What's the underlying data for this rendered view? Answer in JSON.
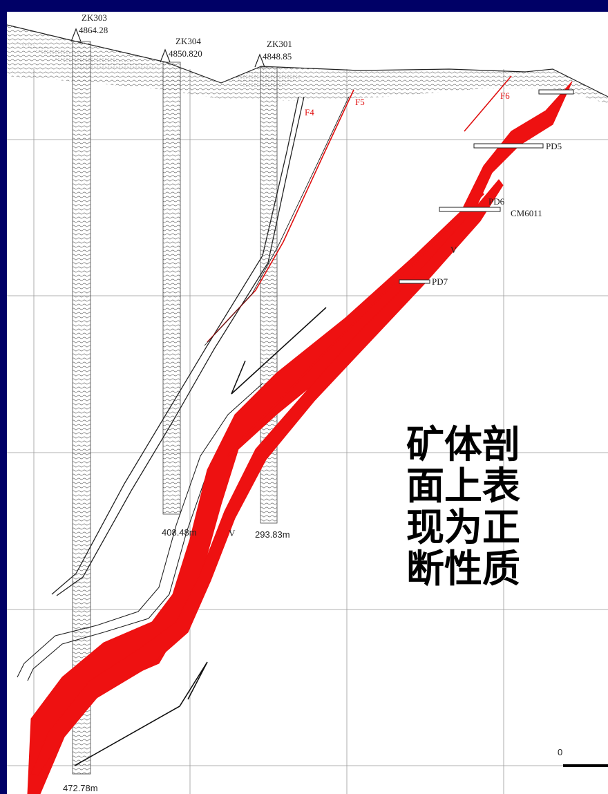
{
  "boreholes": [
    {
      "id": "ZK303",
      "elevation": "4864.28",
      "depth": "472.78m"
    },
    {
      "id": "ZK304",
      "elevation": "4850.820",
      "depth": "408.48m"
    },
    {
      "id": "ZK301",
      "elevation": "4848.85",
      "depth": "293.83m"
    }
  ],
  "faults": [
    "F4",
    "F5",
    "F6"
  ],
  "adits": [
    "PD5",
    "PD6",
    "CM6011",
    "PD7"
  ],
  "vein_labels": [
    "V",
    "V"
  ],
  "scale_label": "0",
  "caption_lines": [
    "矿体剖",
    "面上表",
    "现为正",
    "断性质"
  ],
  "colors": {
    "frame": "#000066",
    "orebody": "#ee1111",
    "fault": "#e01010",
    "linework": "#222222"
  }
}
